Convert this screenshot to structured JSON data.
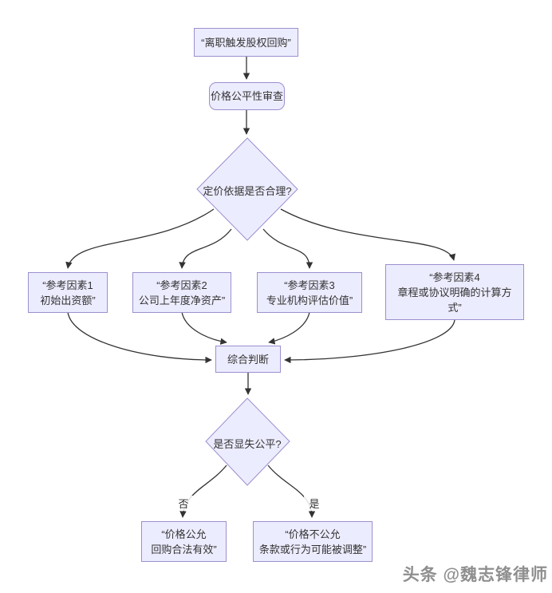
{
  "diagram": {
    "type": "flowchart",
    "direction": "top-down",
    "nodes": {
      "start": {
        "lines": [
          "“离职触发股权回购”"
        ]
      },
      "review": {
        "lines": [
          "价格公平性审查"
        ]
      },
      "decision_pricing": {
        "label": "定价依据是否合理?"
      },
      "factor1": {
        "lines": [
          "“参考因素1",
          "初始出资额”"
        ]
      },
      "factor2": {
        "lines": [
          "“参考因素2",
          "公司上年度净资产”"
        ]
      },
      "factor3": {
        "lines": [
          "“参考因素3",
          "专业机构评估价值”"
        ]
      },
      "factor4": {
        "lines": [
          "“参考因素4",
          "章程或协议明确的计算方",
          "式”"
        ]
      },
      "judge": {
        "lines": [
          "综合判断"
        ]
      },
      "decision_fair": {
        "label": "是否显失公平?"
      },
      "fair": {
        "lines": [
          "“价格公允",
          "回购合法有效”"
        ]
      },
      "unfair": {
        "lines": [
          "“价格不公允",
          "条款或行为可能被调整”"
        ]
      }
    },
    "edge_labels": {
      "no": "否",
      "yes": "是"
    },
    "watermark": "头条 @魏志锋律师",
    "colors": {
      "node_fill": "#ECECFF",
      "node_border": "#9B8FCE",
      "arrow": "#333333",
      "text": "#333333",
      "watermark": "#8F8F8F"
    }
  }
}
